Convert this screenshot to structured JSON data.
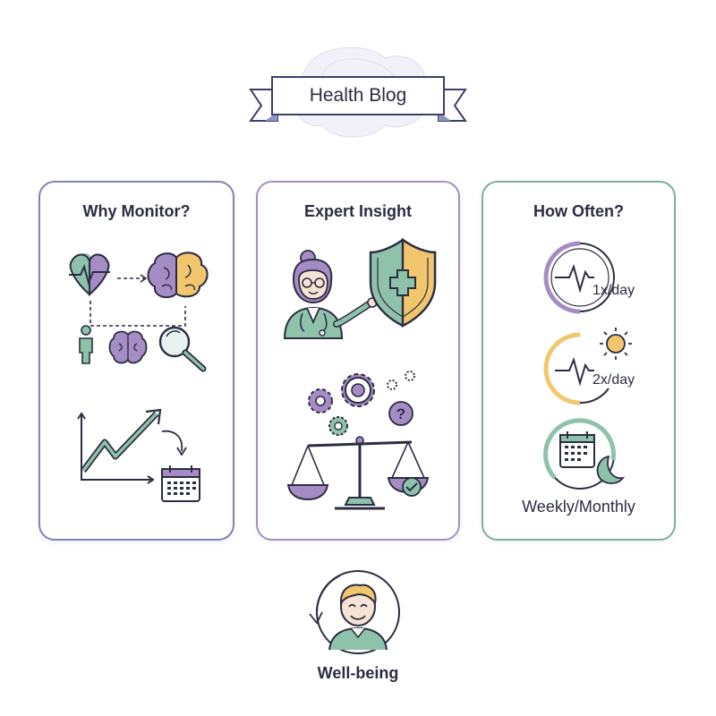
{
  "banner": {
    "title": "Health Blog"
  },
  "cards": [
    {
      "title": "Why Monitor?"
    },
    {
      "title": "Expert Insight"
    },
    {
      "title": "How Often?",
      "frequencies": [
        "1x/day",
        "2x/day",
        "Weekly/Monthly"
      ]
    }
  ],
  "footer": {
    "label": "Well-being"
  },
  "colors": {
    "purple": "#a68cc4",
    "green": "#8fc2ab",
    "yellow": "#f2c66d",
    "navy": "#2b2d42",
    "card_border_blue": "#7d84b9",
    "card_border_green": "#7fae9d"
  }
}
